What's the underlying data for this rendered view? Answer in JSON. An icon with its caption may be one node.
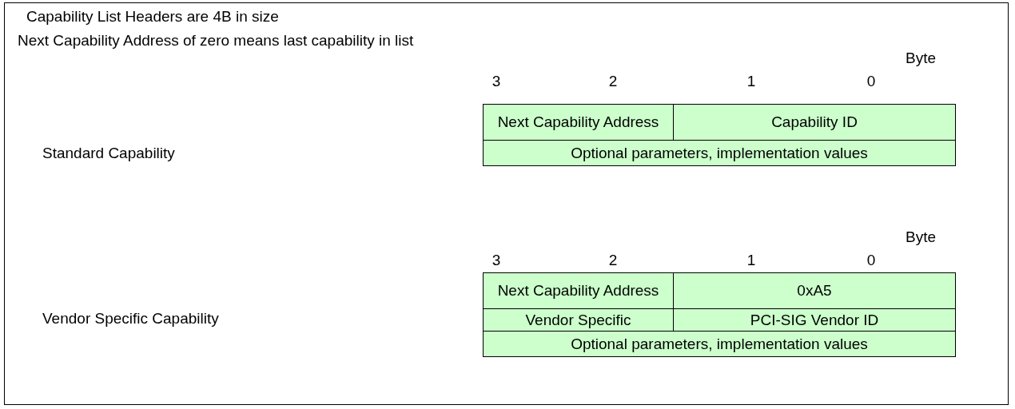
{
  "diagram": {
    "nodes": [
      {
        "text": [
          "Next Capability Address"
        ]
      },
      {
        "text": [
          "Capability ID"
        ]
      },
      {
        "text": [
          "Optional parameters, implementation values"
        ]
      },
      {
        "text": [
          "Next Capability Address"
        ]
      },
      {
        "text": [
          "0xA5"
        ]
      },
      {
        "text": [
          "Vendor Specific"
        ]
      },
      {
        "text": [
          "PCI-SIG Vendor ID"
        ]
      },
      {
        "text": [
          "Optional parameters, implementation values"
        ]
      }
    ],
    "labels": [
      "Capability List Headers are 4B in size",
      "Next Capability Address of zero means last capability in list",
      "Byte",
      "3",
      "2",
      "1",
      "0",
      "Standard Capability",
      "Byte",
      "3",
      "2",
      "1",
      "0",
      "Vendor Specific Capability"
    ]
  }
}
